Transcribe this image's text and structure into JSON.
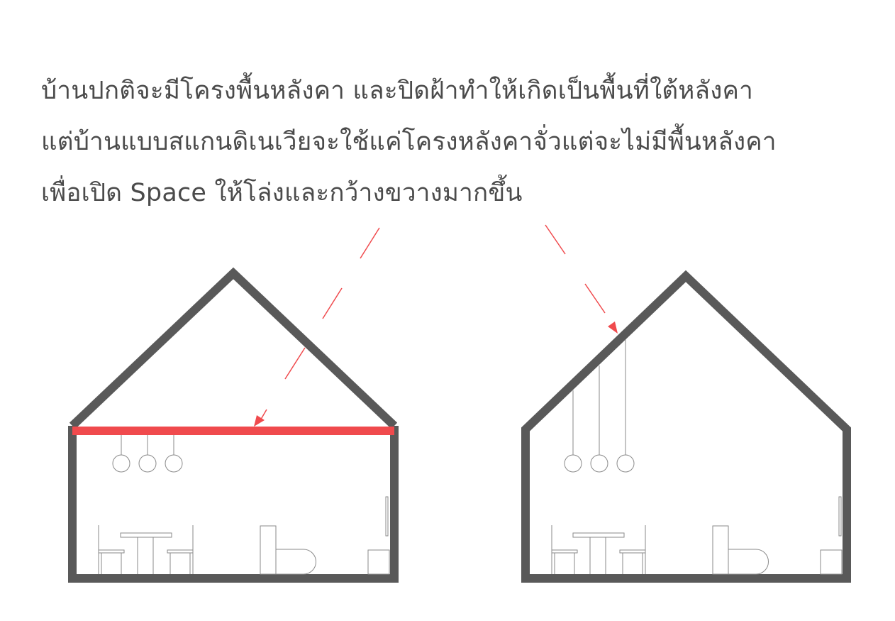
{
  "caption": {
    "lines": [
      "บ้านปกติจะมีโครงพื้นหลังคา และปิดฝ้าทำให้เกิดเป็นพื้นที่ใต้หลังคา",
      "แต่บ้านแบบสแกนดิเนเวียจะใช้แค่โครงหลังคาจั่วแต่จะไม่มีพื้นหลังคา",
      "เพื่อเปิด Space ให้โล่งและกว้างขวางมากขึ้น"
    ]
  },
  "colors": {
    "text": "#4b4b4b",
    "wall": "#595959",
    "accent": "#f04a4d",
    "thin_line": "#8a8a8a"
  }
}
